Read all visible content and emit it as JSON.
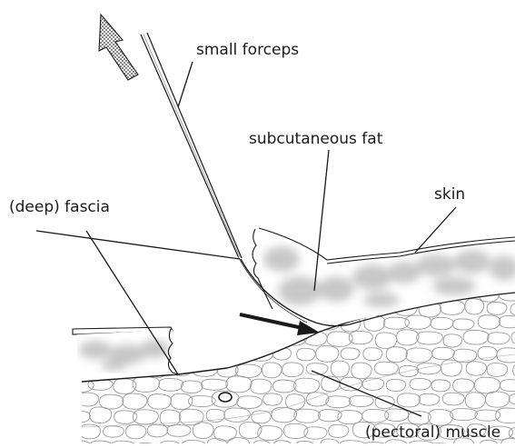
{
  "labels": {
    "small_forceps": "small forceps",
    "subcutaneous_fat": "subcutaneous fat",
    "skin": "skin",
    "deep_fascia": "(deep) fascia",
    "pectoral_muscle": "(pectoral) muscle"
  },
  "arrows": {
    "pull_direction": "up-left",
    "dissection_plane_pointer": "right"
  },
  "colors": {
    "line": "#1a1a1a",
    "fat_fill": "#d9d9d9",
    "muscle_cells": "#9a9a9a"
  }
}
